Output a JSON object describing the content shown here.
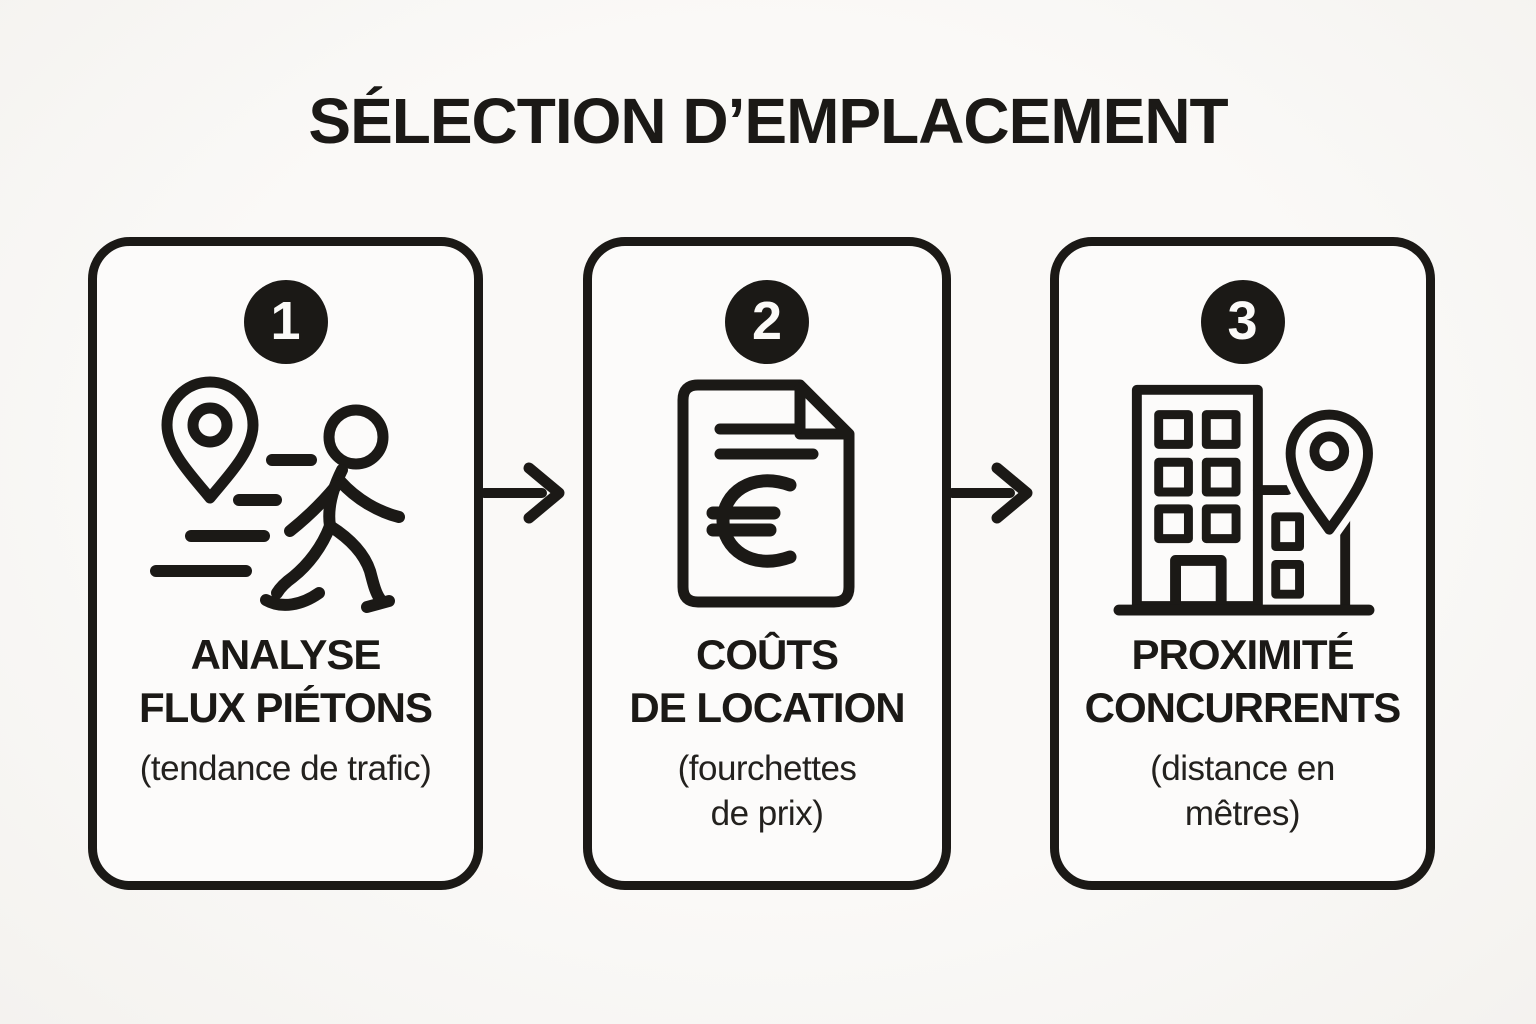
{
  "title": "SÉLECTION D’EMPLACEMENT",
  "colors": {
    "ink": "#1b1916",
    "background": "#f8f7f5",
    "card_background": "#fcfbfa"
  },
  "steps": [
    {
      "number": "1",
      "icon": "location-pin-running-person-icon",
      "title_lines": {
        "l1": "ANALYSE",
        "l2": "FLUX PIÉTONS"
      },
      "subtitle_lines": {
        "l1": "(tendance de trafic)"
      }
    },
    {
      "number": "2",
      "icon": "euro-invoice-document-icon",
      "title_lines": {
        "l1": "COÛTS",
        "l2": "DE LOCATION"
      },
      "subtitle_lines": {
        "l1": "(fourchettes",
        "l2": "de prix)"
      }
    },
    {
      "number": "3",
      "icon": "buildings-location-pin-icon",
      "title_lines": {
        "l1": "PROXIMITÉ",
        "l2": "CONCURRENTS"
      },
      "subtitle_lines": {
        "l1": "(distance en",
        "l2": "mêtres)"
      }
    }
  ]
}
